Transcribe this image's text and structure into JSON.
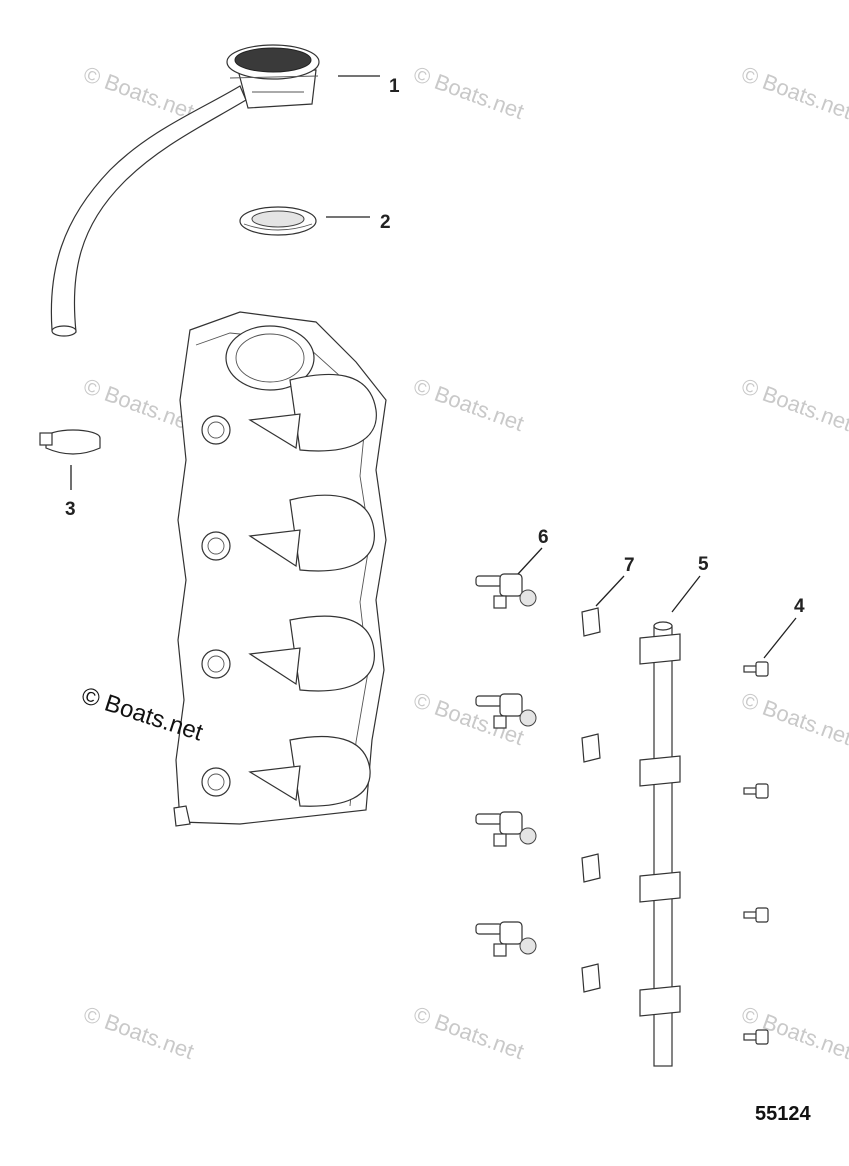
{
  "diagram": {
    "document_number": "55124",
    "watermark_text": "© Boats.net",
    "callouts": [
      {
        "id": "1",
        "label": "1"
      },
      {
        "id": "2",
        "label": "2"
      },
      {
        "id": "3",
        "label": "3"
      },
      {
        "id": "4",
        "label": "4"
      },
      {
        "id": "5",
        "label": "5"
      },
      {
        "id": "6",
        "label": "6"
      },
      {
        "id": "7",
        "label": "7"
      }
    ],
    "colors": {
      "line": "#222222",
      "watermark": "#c9c9c9",
      "background": "#ffffff",
      "screen": "#3a3a3a"
    }
  }
}
